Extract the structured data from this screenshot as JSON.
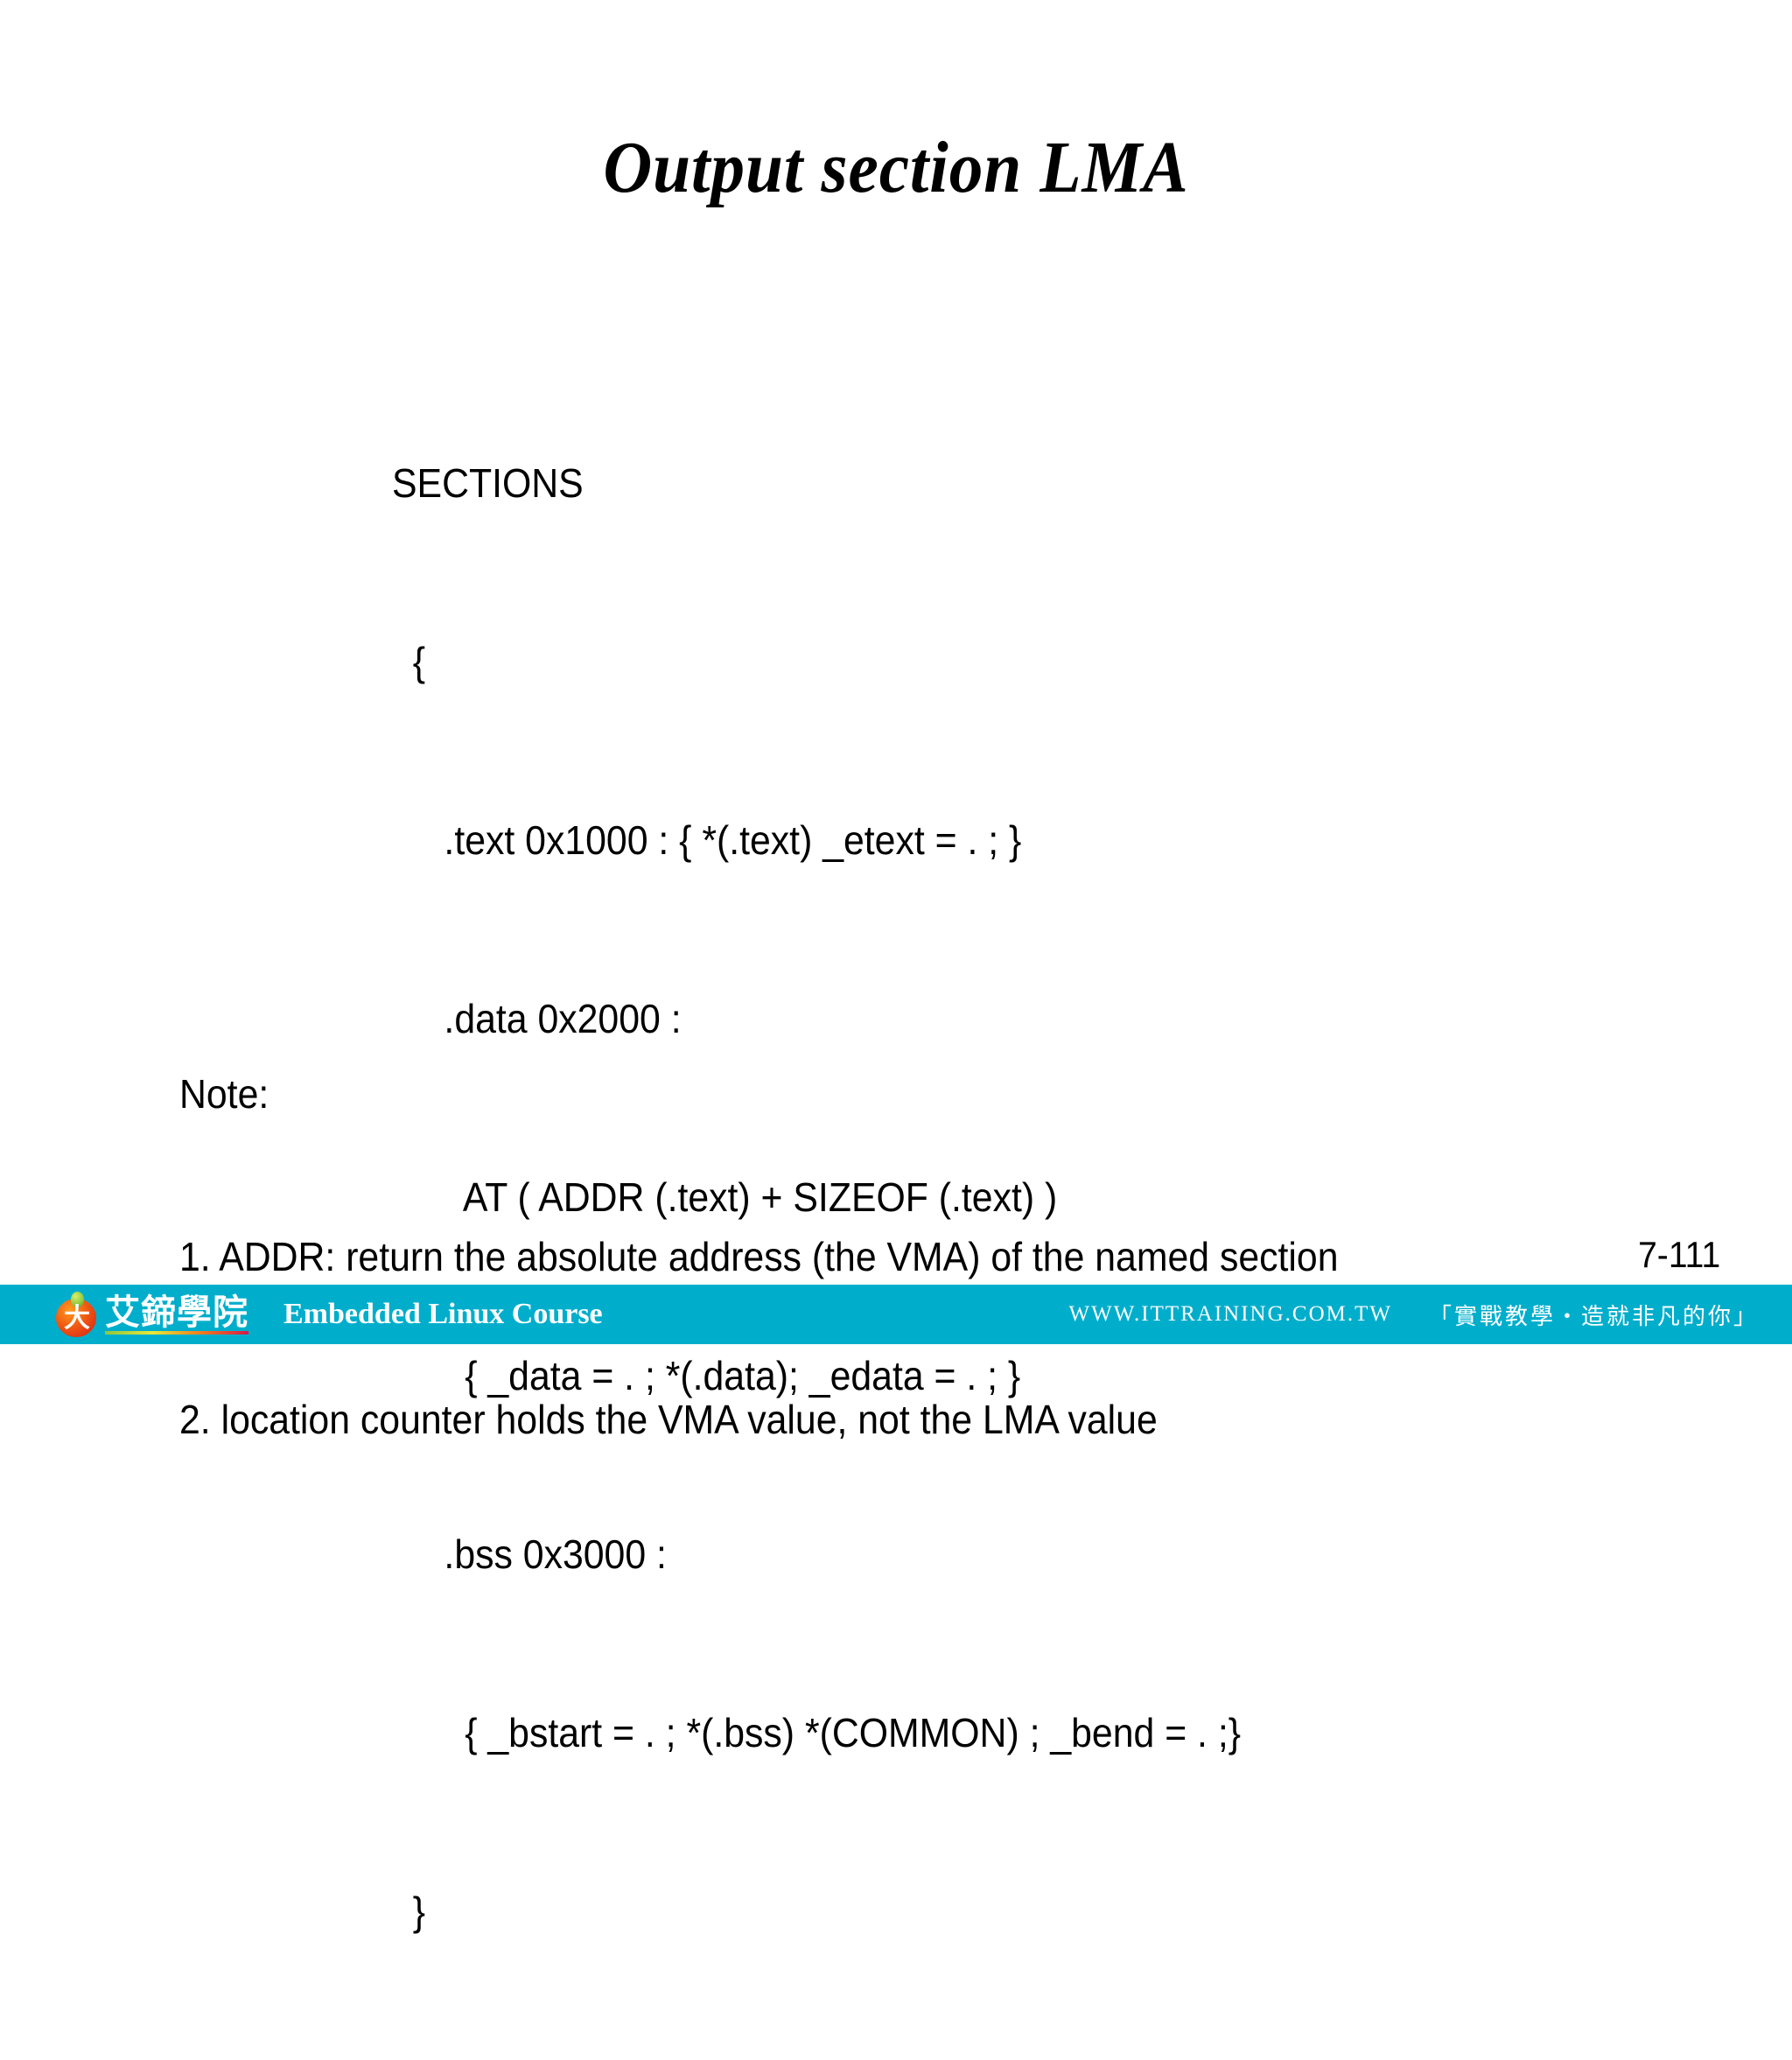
{
  "slide": {
    "title": "Output section LMA",
    "page_number": "7-111",
    "background_color": "#ffffff"
  },
  "code": {
    "lines": [
      "SECTIONS",
      "  {",
      "     .text 0x1000 : { *(.text) _etext = . ; }",
      "     .data 0x2000 :",
      "       AT ( ADDR (.text) + SIZEOF (.text) )",
      "       { _data = . ; *(.data); _edata = . ; }",
      "     .bss 0x3000 :",
      "       { _bstart = . ; *(.bss) *(COMMON) ; _bend = . ;}",
      "  }"
    ]
  },
  "note": {
    "heading": "Note:",
    "items": [
      "1. ADDR: return the absolute address (the VMA) of the named section",
      "2. location counter holds the VMA value, not the LMA value"
    ]
  },
  "footer": {
    "bar_color": "#00AECC",
    "logo_text": "艾鍗學院",
    "logo_glyph": "大",
    "course_label": "Embedded Linux Course",
    "website": "WWW.ITTRAINING.COM.TW",
    "slogan": "「實戰教學・造就非凡的你」"
  }
}
